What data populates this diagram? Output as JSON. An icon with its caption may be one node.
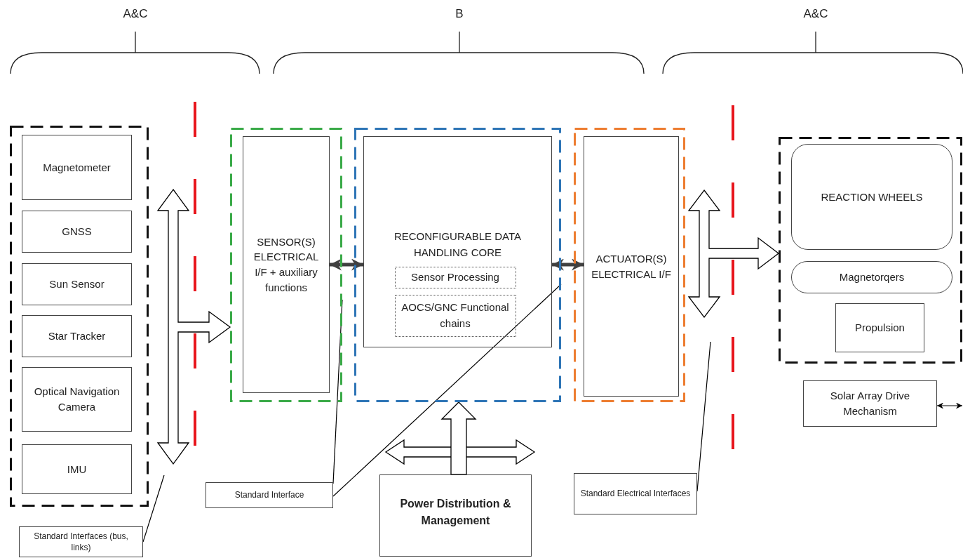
{
  "diagram": {
    "nodes": [
      {
        "text": [],
        "shape": "box"
      },
      {
        "text": [
          "Magnetometer"
        ],
        "in": 0
      },
      {
        "text": [
          "GNSS"
        ],
        "in": 0
      },
      {
        "text": [
          "Sun Sensor"
        ],
        "in": 0
      },
      {
        "text": [
          "Star Tracker"
        ],
        "in": 0
      },
      {
        "text": [
          "Optical Navigation Camera"
        ],
        "in": 0
      },
      {
        "text": [
          "IMU"
        ],
        "in": 0
      },
      {
        "text": [],
        "shape": "box"
      },
      {
        "text": [
          "SENSOR(S) ELECTRICAL I/F + auxiliary functions"
        ],
        "in": 7
      },
      {
        "text": [],
        "shape": "box"
      },
      {
        "text": [
          "RECONFIGURABLE DATA HANDLING CORE"
        ],
        "in": 9
      },
      {
        "text": [
          "Sensor Processing"
        ],
        "in": 10
      },
      {
        "text": [
          "AOCS/GNC Functional chains"
        ],
        "in": 10
      },
      {
        "text": [],
        "shape": "box"
      },
      {
        "text": [
          "ACTUATOR(S) ELECTRICAL I/F"
        ],
        "in": 13
      },
      {
        "text": [],
        "shape": "box"
      },
      {
        "text": [
          "REACTION WHEELS"
        ],
        "in": 15
      },
      {
        "text": [
          "Magnetorqers"
        ],
        "in": 15
      },
      {
        "text": [
          "Propulsion"
        ],
        "in": 15
      },
      {
        "text": [
          "Solar Array Drive Mechanism"
        ]
      },
      {
        "text": [
          "Power Distribution & Management"
        ]
      },
      {
        "text": [
          "Standard Interfaces (bus, links)"
        ]
      },
      {
        "text": [
          "Standard Interface"
        ]
      },
      {
        "text": [
          "Standard Electrical Interfaces"
        ]
      }
    ],
    "edges": [
      {
        "from": 0,
        "to": 7,
        "arrow": "to"
      },
      {
        "from": 8,
        "to": 10,
        "arrow": "both",
        "style": "thick",
        "color": "#404040"
      },
      {
        "from": 10,
        "to": 14,
        "arrow": "both",
        "style": "thick",
        "color": "#404040"
      },
      {
        "from": 13,
        "to": 15,
        "arrow": "to"
      },
      {
        "from": 19,
        "to": null,
        "arrow": "both"
      },
      {
        "from": 20,
        "to": null,
        "arrow": "to"
      },
      {
        "from": 20,
        "to": null,
        "arrow": "to"
      },
      {
        "from": 20,
        "to": 9,
        "arrow": "to"
      },
      {
        "from": 21,
        "to": null,
        "arrow": "none"
      },
      {
        "from": 22,
        "to": 7,
        "arrow": "none"
      },
      {
        "from": 22,
        "to": 9,
        "arrow": "none"
      },
      {
        "from": 23,
        "to": null,
        "arrow": "none"
      }
    ],
    "labels": [
      "A&C",
      "B",
      "A&C"
    ]
  }
}
